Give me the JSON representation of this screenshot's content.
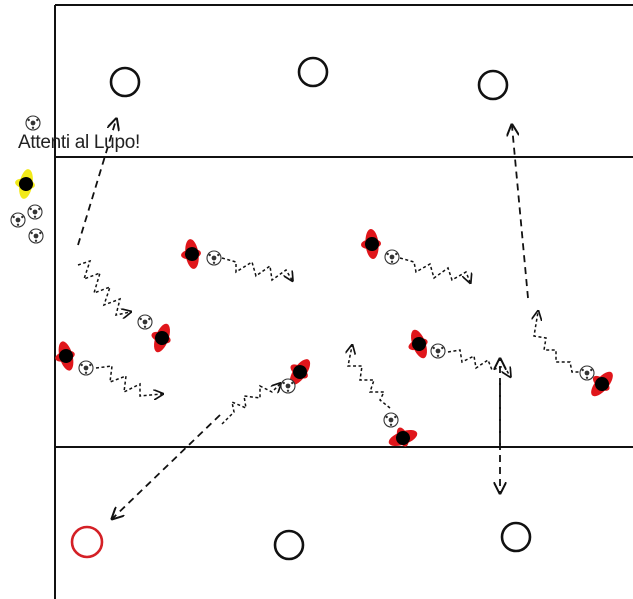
{
  "caption": "Attenti al Lupo!",
  "colors": {
    "line": "#111111",
    "player_team": "#e0161b",
    "player_body": "#000000",
    "wolf_team": "#f2ea1a",
    "red_target": "#d42026",
    "ball_stroke": "#333333"
  },
  "field": {
    "zones": [
      "top-safe-zone",
      "middle-play-zone",
      "bottom-safe-zone"
    ]
  },
  "legend_marks": {
    "wolf": "yellow-wolf-player",
    "balls": "spare-balls"
  }
}
